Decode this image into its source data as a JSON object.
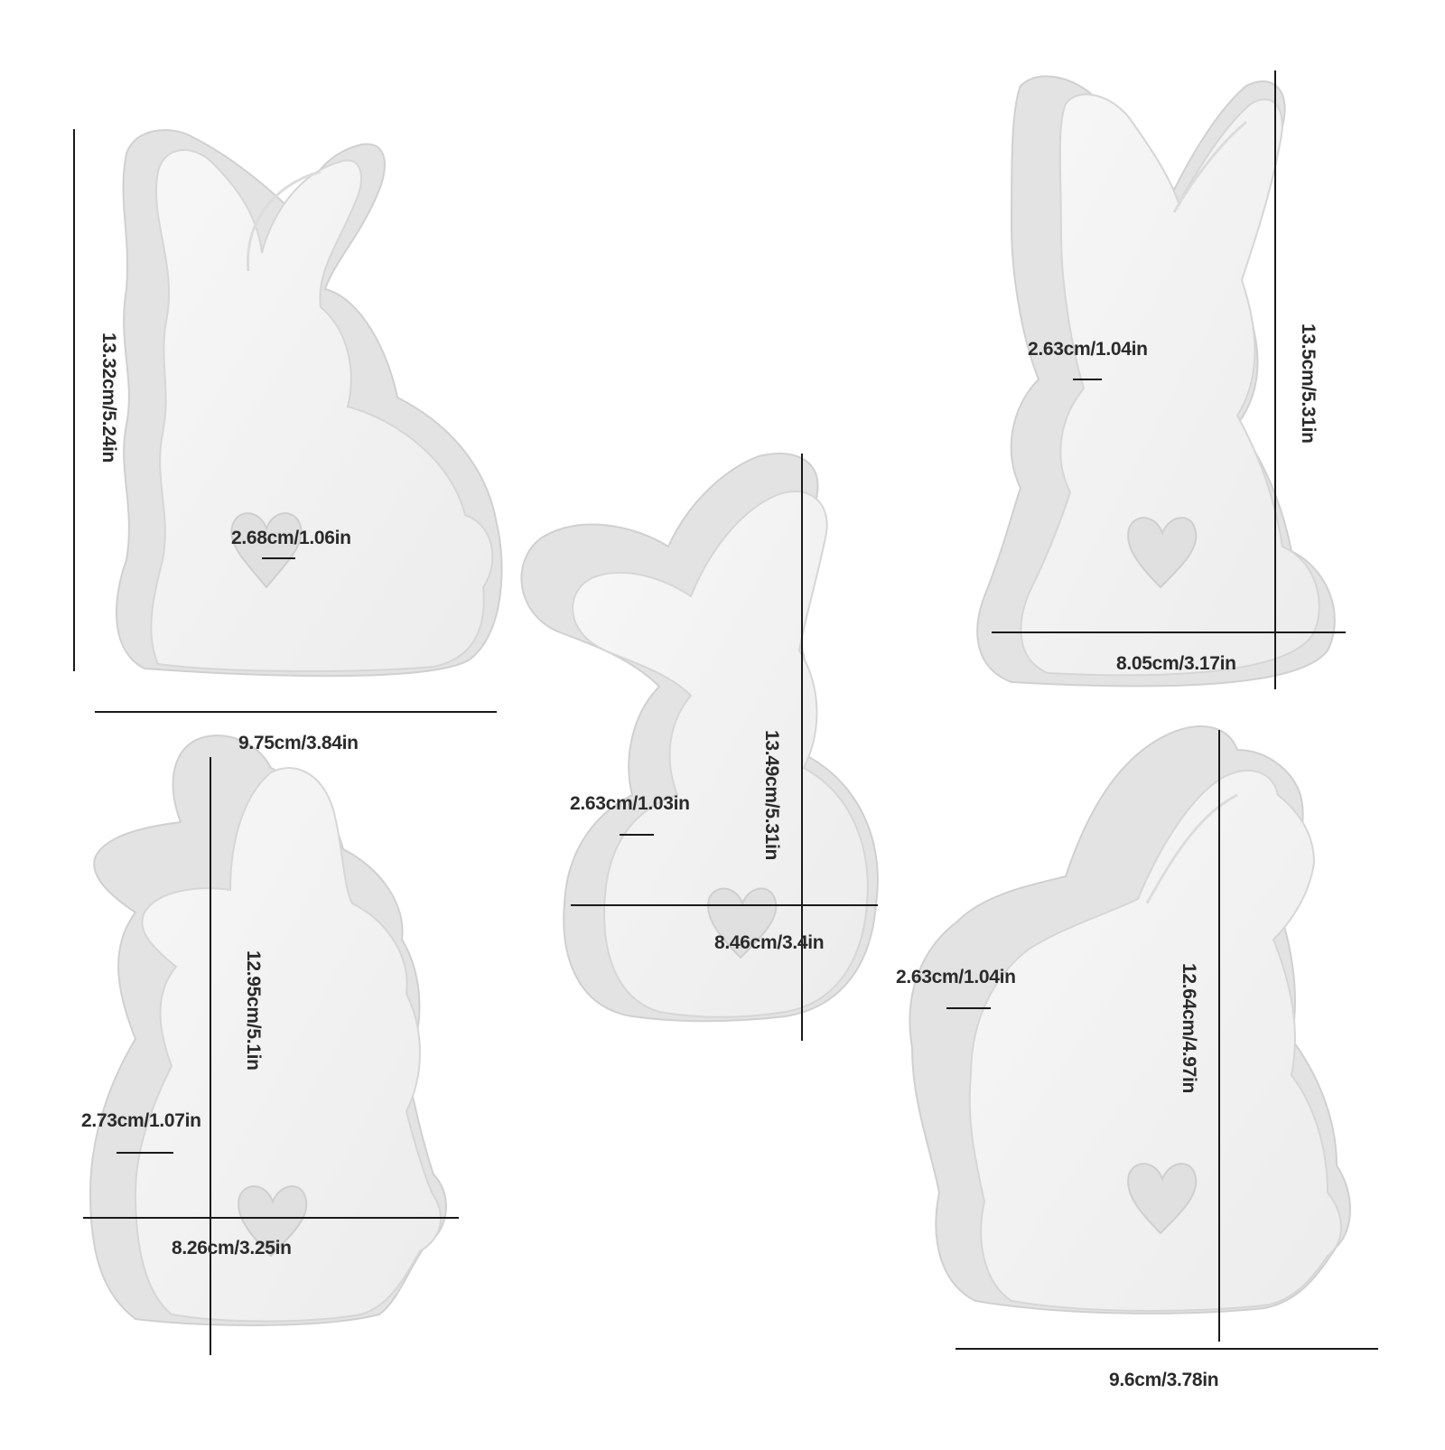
{
  "colors": {
    "background": "#ffffff",
    "mold_face": "#f3f3f3",
    "mold_back": "#e4e4e4",
    "mold_edge": "#d2d2d2",
    "line": "#1a1a1a",
    "text": "#2a2a2a"
  },
  "molds": [
    {
      "id": "bunny-1",
      "height": "13.32cm/5.24in",
      "width": "9.75cm/3.84in",
      "thickness": "2.68cm/1.06in"
    },
    {
      "id": "bunny-2",
      "height": "13.49cm/5.31in",
      "width": "8.46cm/3.4in",
      "thickness": "2.63cm/1.03in"
    },
    {
      "id": "bunny-3",
      "height": "13.5cm/5.31in",
      "width": "8.05cm/3.17in",
      "thickness": "2.63cm/1.04in"
    },
    {
      "id": "bunny-4",
      "height": "12.95cm/5.1in",
      "width": "8.26cm/3.25in",
      "thickness": "2.73cm/1.07in"
    },
    {
      "id": "bunny-5",
      "height": "12.64cm/4.97in",
      "width": "9.6cm/3.78in",
      "thickness": "2.63cm/1.04in"
    }
  ]
}
